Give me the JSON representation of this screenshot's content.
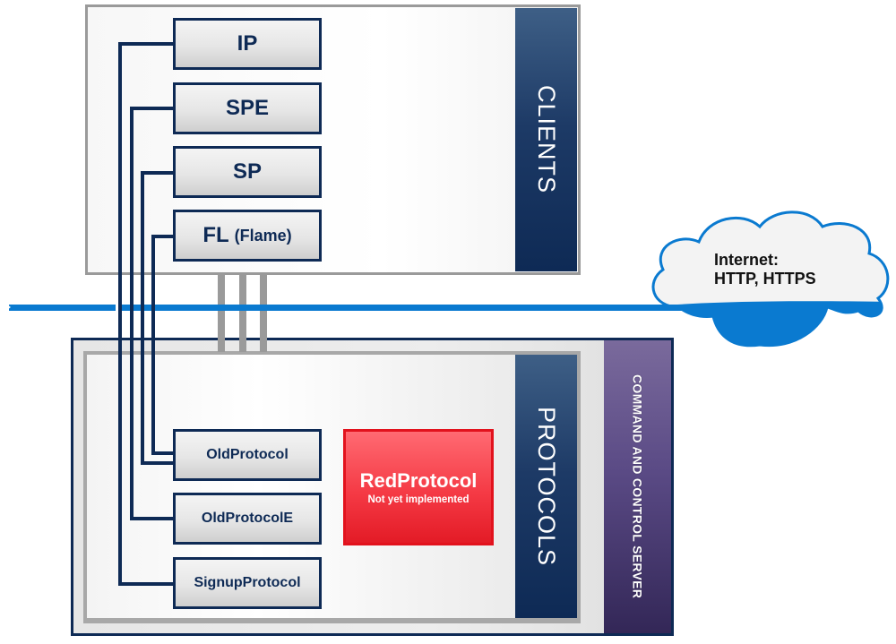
{
  "diagram": {
    "clients": {
      "label": "CLIENTS",
      "items": [
        {
          "name": "IP",
          "sub": ""
        },
        {
          "name": "SPE",
          "sub": ""
        },
        {
          "name": "SP",
          "sub": ""
        },
        {
          "name": "FL",
          "sub": "(Flame)"
        }
      ]
    },
    "internet": {
      "line1": "Internet:",
      "line2": "HTTP, HTTPS"
    },
    "server": {
      "label": "COMMAND AND CONTROL SERVER",
      "protocols_label": "PROTOCOLS",
      "protocols": [
        "OldProtocol",
        "OldProtocolE",
        "SignupProtocol"
      ],
      "red_protocol": {
        "name": "RedProtocol",
        "note": "Not yet implemented"
      }
    },
    "colors": {
      "navy": "#0e2a55",
      "internet_blue": "#0a7ad0",
      "cc_purple": "#5a4a85",
      "red": "#e31b26",
      "grey": "#9a9a9a"
    }
  }
}
